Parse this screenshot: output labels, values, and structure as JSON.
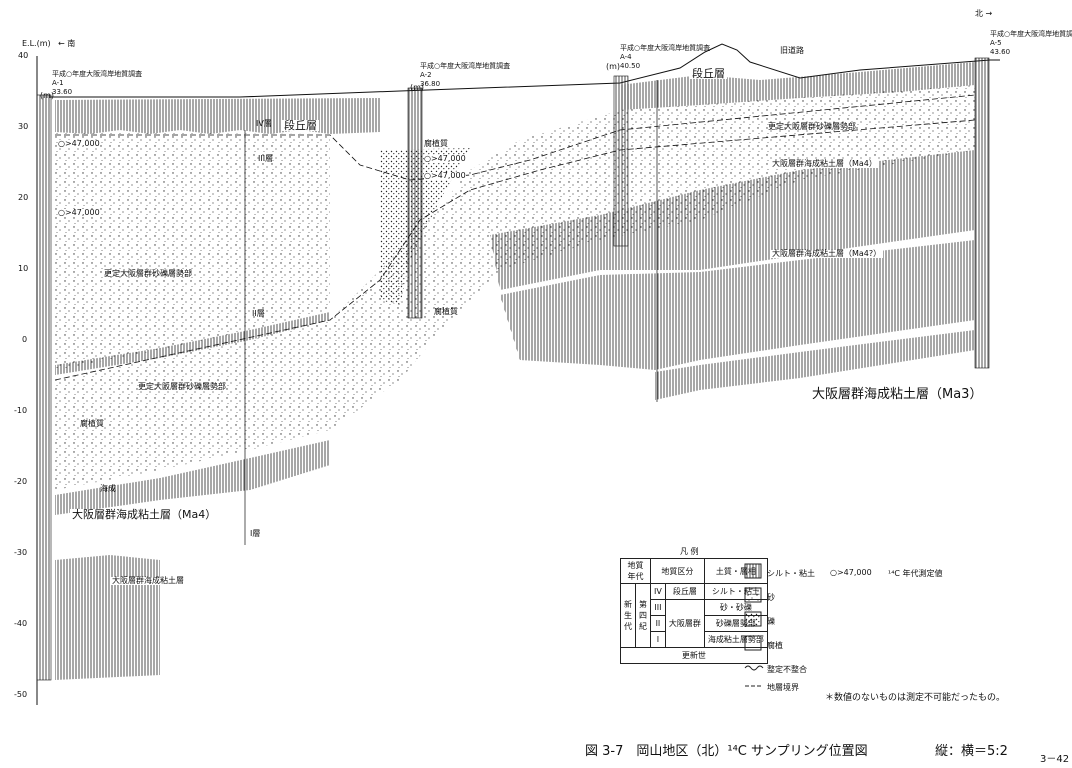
{
  "axis": {
    "label": "E.L.(m)",
    "ticks": [
      "40",
      "30",
      "20",
      "10",
      "0",
      "-10",
      "-20",
      "-30",
      "-40",
      "-50"
    ],
    "arrow_left": "← 南",
    "arrow_right": "北 →"
  },
  "boreholes": [
    {
      "id": "A-1",
      "elev": "33.60",
      "name": "平成○年度大阪湾岸地質調査"
    },
    {
      "id": "A-2",
      "elev": "36.80",
      "name": "平成○年度大阪湾岸地質調査"
    },
    {
      "id": "A-4",
      "elev": "40.50",
      "name": "平成○年度大阪湾岸地質調査"
    },
    {
      "id": "A-5",
      "elev": "43.60",
      "name": "平成○年度大阪湾岸地質調査"
    }
  ],
  "unit_m": "(m)",
  "labels": {
    "terrace_left": "段丘層",
    "terrace_right": "段丘層",
    "road": "旧道路",
    "sand_gravel_1": "更定大阪層群砂礫層勢部",
    "sand_gravel_2": "更定大阪層群砂礫層勢部",
    "sand_gravel_3": "更定大阪層群砂礫層勢部",
    "ma4_left": "大阪層群海成粘土層（Ma4）",
    "ma4_right": "大阪層群海成粘土層（Ma4）",
    "ma4q": "大阪層群海成粘土層（Ma4?）",
    "ma3": "大阪層群海成粘土層（Ma3）",
    "clay_deep": "大阪層群海成粘土層",
    "humus": "腐植質",
    "sea": "海成",
    "layer_IV": "IV層",
    "layer_III": "III層",
    "layer_II": "II層",
    "layer_I": "I層",
    "c14_1": "○>47,000",
    "c14_2": "○>47,000",
    "c14_3": "○>47,000",
    "c14_4": "○>47,000"
  },
  "legend": {
    "title": "凡 例",
    "headers": [
      "地質年代",
      "地質区分",
      "土質・層相"
    ],
    "era": "新生代",
    "period": "第四紀",
    "epoch": "更新世",
    "rows": [
      {
        "num": "IV",
        "name": "段丘層",
        "soil": "シルト・粘土"
      },
      {
        "num": "III",
        "name": "大阪層群",
        "soil": "砂・砂礫"
      },
      {
        "num": "II",
        "name": "",
        "soil": "砂礫層勢部"
      },
      {
        "num": "I",
        "name": "",
        "soil": "海成粘土層勢部"
      }
    ],
    "swatches": [
      "シルト・粘土",
      "砂",
      "礫",
      "腐植",
      "整定不整合",
      "地層境界"
    ],
    "c14_symbol": "○>47,000",
    "c14_text": "¹⁴C 年代測定値"
  },
  "note": "＊数値のないものは測定不可能だったもの。",
  "caption": "図 3-7　岡山地区（北）¹⁴C サンプリング位置図",
  "scale": "縦：横＝5:2",
  "page_number": "3－42"
}
